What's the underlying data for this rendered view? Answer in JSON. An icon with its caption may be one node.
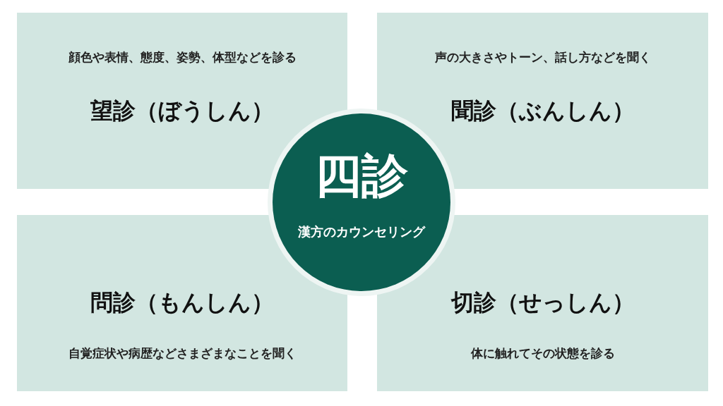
{
  "diagram": {
    "nodes": [
      {
        "text": [
          "顔色や表情、態度、姿勢、体型などを診る",
          "望診（ぼうしん）"
        ]
      },
      {
        "text": [
          "声の大きさやトーン、話し方などを聞く",
          "聞診（ぶんしん）"
        ]
      },
      {
        "text": [
          "問診（もんしん）",
          "自覚症状や病歴などさまざまなことを聞く"
        ]
      },
      {
        "text": [
          "切診（せっしん）",
          "体に触れてその状態を診る"
        ]
      },
      {
        "text": [
          "四診",
          "漢方のカウンセリング"
        ]
      }
    ]
  }
}
